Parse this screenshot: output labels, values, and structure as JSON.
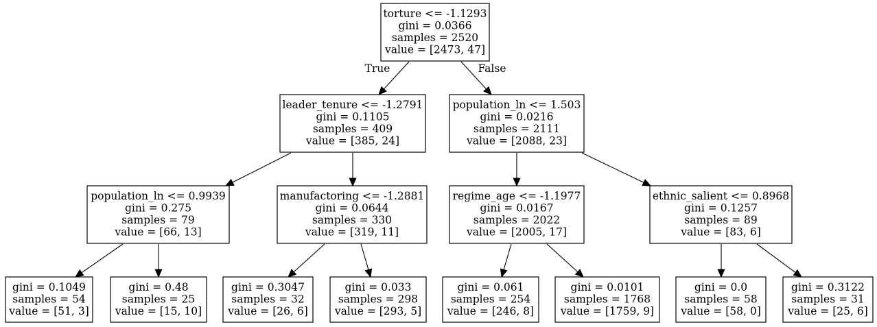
{
  "tree": {
    "nodes": [
      {
        "id": "root",
        "lines": [
          "torture <= -1.1293",
          "gini = 0.0366",
          "samples = 2520",
          "value = [2473, 47]"
        ]
      },
      {
        "id": "n1",
        "lines": [
          "leader_tenure <= -1.2791",
          "gini = 0.1105",
          "samples = 409",
          "value = [385, 24]"
        ]
      },
      {
        "id": "n2",
        "lines": [
          "population_ln <= 1.503",
          "gini = 0.0216",
          "samples = 2111",
          "value = [2088, 23]"
        ]
      },
      {
        "id": "n3",
        "lines": [
          "population_ln <= 0.9939",
          "gini = 0.275",
          "samples = 79",
          "value = [66, 13]"
        ]
      },
      {
        "id": "n4",
        "lines": [
          "manufactoring <= -1.2881",
          "gini = 0.0644",
          "samples = 330",
          "value = [319, 11]"
        ]
      },
      {
        "id": "n5",
        "lines": [
          "regime_age <= -1.1977",
          "gini = 0.0167",
          "samples = 2022",
          "value = [2005, 17]"
        ]
      },
      {
        "id": "n6",
        "lines": [
          "ethnic_salient <= 0.8968",
          "gini = 0.1257",
          "samples = 89",
          "value = [83, 6]"
        ]
      },
      {
        "id": "n7",
        "lines": [
          "gini = 0.1049",
          "samples = 54",
          "value = [51, 3]"
        ]
      },
      {
        "id": "n8",
        "lines": [
          "gini = 0.48",
          "samples = 25",
          "value = [15, 10]"
        ]
      },
      {
        "id": "n9",
        "lines": [
          "gini = 0.3047",
          "samples = 32",
          "value = [26, 6]"
        ]
      },
      {
        "id": "n10",
        "lines": [
          "gini = 0.033",
          "samples = 298",
          "value = [293, 5]"
        ]
      },
      {
        "id": "n11",
        "lines": [
          "gini = 0.061",
          "samples = 254",
          "value = [246, 8]"
        ]
      },
      {
        "id": "n12",
        "lines": [
          "gini = 0.0101",
          "samples = 1768",
          "value = [1759, 9]"
        ]
      },
      {
        "id": "n13",
        "lines": [
          "gini = 0.0",
          "samples = 58",
          "value = [58, 0]"
        ]
      },
      {
        "id": "n14",
        "lines": [
          "gini = 0.3122",
          "samples = 31",
          "value = [25, 6]"
        ]
      }
    ],
    "edges": [
      {
        "from": "root",
        "to": "n1",
        "label": "True"
      },
      {
        "from": "root",
        "to": "n2",
        "label": "False"
      },
      {
        "from": "n1",
        "to": "n3",
        "label": ""
      },
      {
        "from": "n1",
        "to": "n4",
        "label": ""
      },
      {
        "from": "n2",
        "to": "n5",
        "label": ""
      },
      {
        "from": "n2",
        "to": "n6",
        "label": ""
      },
      {
        "from": "n3",
        "to": "n7",
        "label": ""
      },
      {
        "from": "n3",
        "to": "n8",
        "label": ""
      },
      {
        "from": "n4",
        "to": "n9",
        "label": ""
      },
      {
        "from": "n4",
        "to": "n10",
        "label": ""
      },
      {
        "from": "n5",
        "to": "n11",
        "label": ""
      },
      {
        "from": "n5",
        "to": "n12",
        "label": ""
      },
      {
        "from": "n6",
        "to": "n13",
        "label": ""
      },
      {
        "from": "n6",
        "to": "n14",
        "label": ""
      }
    ]
  }
}
